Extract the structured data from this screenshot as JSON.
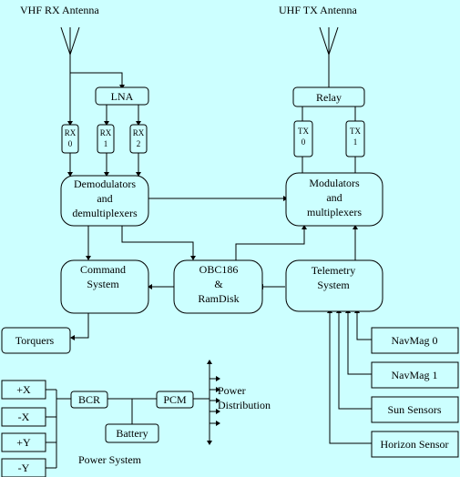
{
  "antennas": {
    "vhf_rx": "VHF RX Antenna",
    "uhf_tx": "UHF TX Antenna"
  },
  "boxes": {
    "lna": "LNA",
    "relay": "Relay",
    "rx0": [
      "RX",
      "0"
    ],
    "rx1": [
      "RX",
      "1"
    ],
    "rx2": [
      "RX",
      "2"
    ],
    "tx0": [
      "TX",
      "0"
    ],
    "tx1": [
      "TX",
      "1"
    ],
    "demod": [
      "Demodulators",
      "and",
      "demultiplexers"
    ],
    "mod": [
      "Modulators",
      "and",
      "multiplexers"
    ],
    "command": [
      "Command",
      "System"
    ],
    "obc": [
      "OBC186",
      "&",
      "RamDisk"
    ],
    "telemetry": [
      "Telemetry",
      "System"
    ],
    "torquers": "Torquers",
    "navmag0": "NavMag 0",
    "navmag1": "NavMag 1",
    "sun_sensors": "Sun Sensors",
    "horizon_sensor": "Horizon Sensor",
    "plus_x": "+X",
    "minus_x": "-X",
    "plus_y": "+Y",
    "minus_y": "-Y",
    "bcr": "BCR",
    "pcm": "PCM",
    "battery": "Battery"
  },
  "labels": {
    "power_distribution": [
      "Power",
      "Distribution"
    ],
    "power_system": "Power System"
  }
}
